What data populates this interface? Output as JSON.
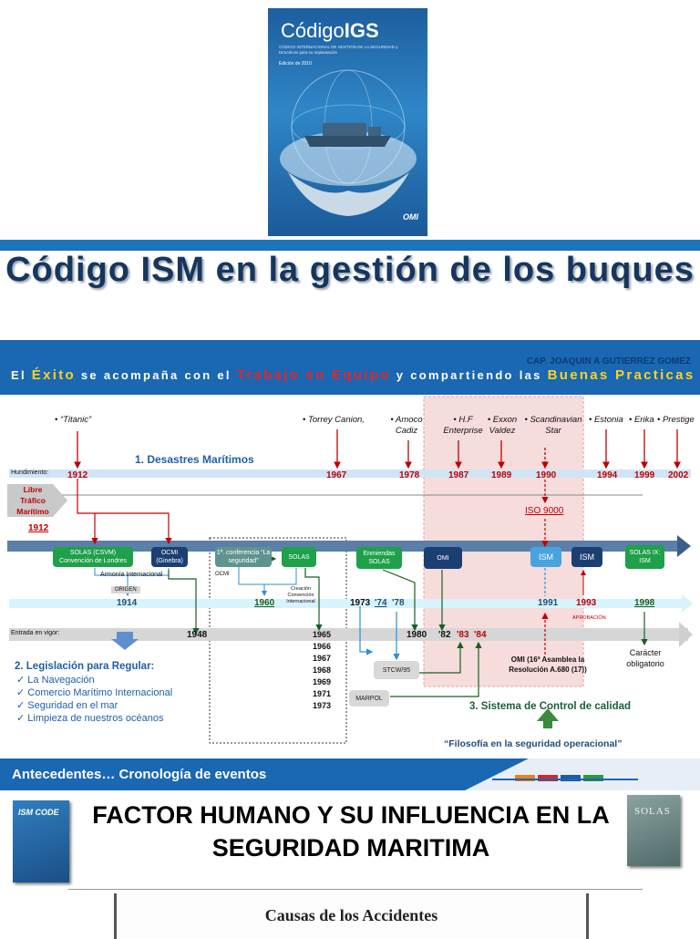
{
  "cover": {
    "title_light": "Código",
    "title_bold": "IGS",
    "subtitle": "CÓDIGO INTERNACIONAL DE GESTIÓN DE LA SEGURIDAD y Directrices para su implantación",
    "edition": "Edición de 2010",
    "publisher": "OMI"
  },
  "main_title": "Código ISM en la gestión de los buques",
  "band": {
    "author": "CAP. JOAQUIN A GUTIERREZ GOMEZ",
    "motto": {
      "p1": "El ",
      "exito": "Éxito",
      "p2": " se acompaña con el ",
      "trabajo": "Trabajo en Equipo",
      "p3": " y compartiendo las ",
      "buenas": "Buenas Practicas"
    }
  },
  "timeline": {
    "disasters": [
      "• “Titanic”",
      "• Torrey Canion,",
      "• Amoco Cadiz",
      "• H.F Enterprise",
      "• Exxon Valdez",
      "• Scandinavian Star",
      "• Estonia",
      "• Erika",
      "• Prestige"
    ],
    "section1": "1. Desastres Marítimos",
    "hundimiento_label": "Hundimiento:",
    "hundimiento_years": [
      "1912",
      "1967",
      "1978",
      "1987",
      "1989",
      "1990",
      "1994",
      "1999",
      "2002"
    ],
    "libre": "Libre Tráfico Marítimo",
    "libre_year": "1912",
    "iso": "ISO 9000",
    "boxes": {
      "solas1": "SOLAS (CSVM) Convención de Londres",
      "ocmi": "OCMI (Ginebra)",
      "conf": "1ª. conferencia “La seguridad”",
      "solas2": "SOLAS",
      "enm": "Enmiendas SOLAS",
      "omi": "OMI",
      "ism1": "ISM",
      "ism2": "ISM",
      "solas_ism": "SOLAS IX: ISM",
      "stcw": "STCW/95",
      "marpol": "MARPOL"
    },
    "armonia": "Armonía Internacional",
    "origen": "ORIGEN",
    "ocmi_small": "OCMI",
    "creacion": "Creación Convención Internacional",
    "aprobacion": "APROBACIÓN",
    "years_mid": {
      "y1914": "1914",
      "y1960": "1960",
      "y1973": "1973",
      "y74": "'74",
      "y78": "'78",
      "y1991": "1991",
      "y1993": "1993",
      "y1998": "1998"
    },
    "entrada_label": "Entrada en vigor:",
    "entrada": {
      "y1948": "1948",
      "col": [
        "1965",
        "1966",
        "1967",
        "1968",
        "1969",
        "1971",
        "1973"
      ],
      "y1980": "1980",
      "y82": "'82",
      "y83": "'83",
      "y84": "'84"
    },
    "omi_note": "OMI (16ª Asamblea la Resolución A.680 (17))",
    "caracter": "Carácter obligatorio",
    "section2": "2. Legislación para Regular:",
    "list": [
      "La Navegación",
      "Comercio Marítimo Internacional",
      "Seguridad en el mar",
      "Limpieza de nuestros océanos"
    ],
    "section3": "3. Sistema de Control de calidad",
    "filosofia": "“Filosofía en la seguridad operacional”"
  },
  "antecedentes": "Antecedentes…    Cronología de eventos",
  "factor_title": "FACTOR HUMANO Y SU INFLUENCIA EN LA SEGURIDAD MARITIMA",
  "books": {
    "ism": "ISM CODE",
    "solas": "SOLAS"
  },
  "causas": "Causas de los Accidentes",
  "colors": {
    "navy": "#17365d",
    "band": "#1a67b2",
    "red": "#c00000",
    "green": "#1fa04a"
  }
}
